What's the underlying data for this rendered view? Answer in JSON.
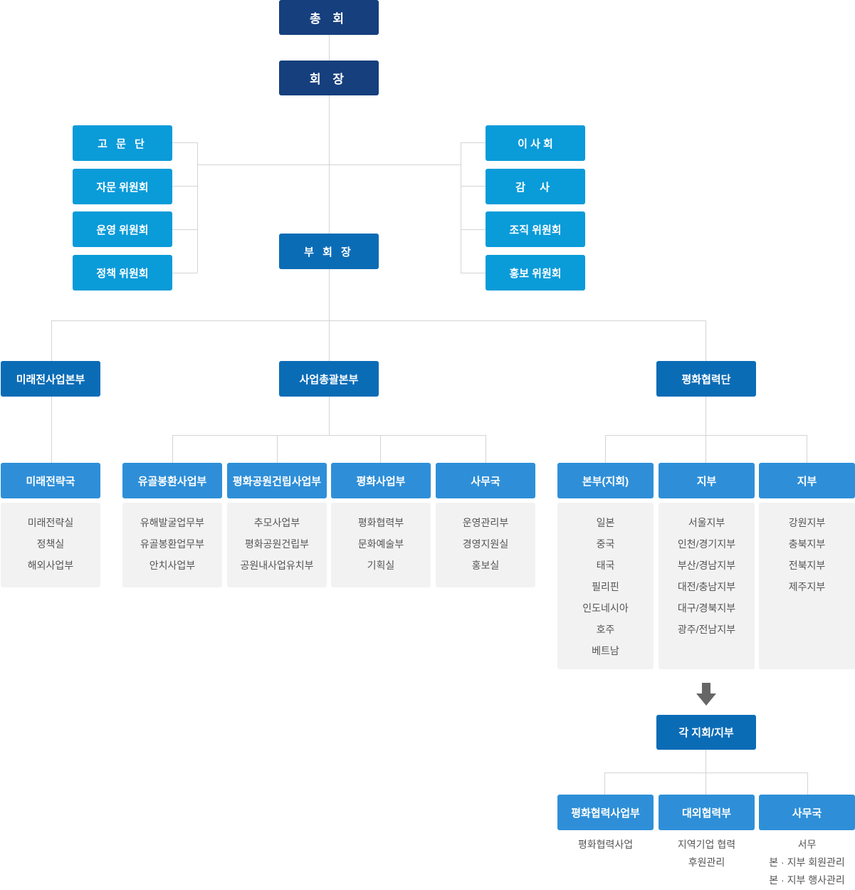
{
  "top": {
    "general_assembly": "총 회",
    "chairman": "회 장",
    "vice_chairman": "부 회 장"
  },
  "left_committees": [
    "고 문 단",
    "자문 위원회",
    "운영 위원회",
    "정책 위원회"
  ],
  "right_committees": [
    "이 사 회",
    "감 사",
    "조직 위원회",
    "홍보 위원회"
  ],
  "headquarters": {
    "future": "미래전사업본부",
    "business": "사업총괄본부",
    "peace": "평화협력단"
  },
  "departments": [
    {
      "title": "미래전략국",
      "items": [
        "미래전략실",
        "정책실",
        "해외사업부"
      ]
    },
    {
      "title": "유골봉환사업부",
      "items": [
        "유해발굴업무부",
        "유골봉환업무부",
        "안치사업부"
      ]
    },
    {
      "title": "평화공원건립사업부",
      "items": [
        "추모사업부",
        "평화공원건립부",
        "공원내사업유치부"
      ]
    },
    {
      "title": "평화사업부",
      "items": [
        "평화협력부",
        "문화예술부",
        "기획실"
      ]
    },
    {
      "title": "사무국",
      "items": [
        "운영관리부",
        "경영지원실",
        "홍보실"
      ]
    },
    {
      "title": "본부(지회)",
      "items": [
        "일본",
        "중국",
        "태국",
        "필리핀",
        "인도네시아",
        "호주",
        "베트남"
      ]
    },
    {
      "title": "지부",
      "items": [
        "서울지부",
        "인천/경기지부",
        "부산/경남지부",
        "대전/충남지부",
        "대구/경북지부",
        "광주/전남지부"
      ]
    },
    {
      "title": "지부",
      "items": [
        "강원지부",
        "충북지부",
        "전북지부",
        "제주지부"
      ]
    }
  ],
  "branch_office": "각 지회/지부",
  "branch_departments": [
    {
      "title": "평화협력사업부",
      "items": [
        "평화협력사업"
      ]
    },
    {
      "title": "대외협력부",
      "items": [
        "지역기업 협력",
        "후원관리"
      ]
    },
    {
      "title": "사무국",
      "items": [
        "서무",
        "본 · 지부 회원관리",
        "본 · 지부 행사관리"
      ]
    }
  ],
  "icons": {
    "flow_arrow": "arrow-down-icon"
  },
  "colors": {
    "navy": "#163f7e",
    "cyan": "#0a9bd9",
    "blue": "#0b6cb6",
    "mid_blue": "#2e8fd8",
    "panel": "#f2f2f2",
    "line": "#d4d4d4",
    "arrow": "#666666"
  }
}
